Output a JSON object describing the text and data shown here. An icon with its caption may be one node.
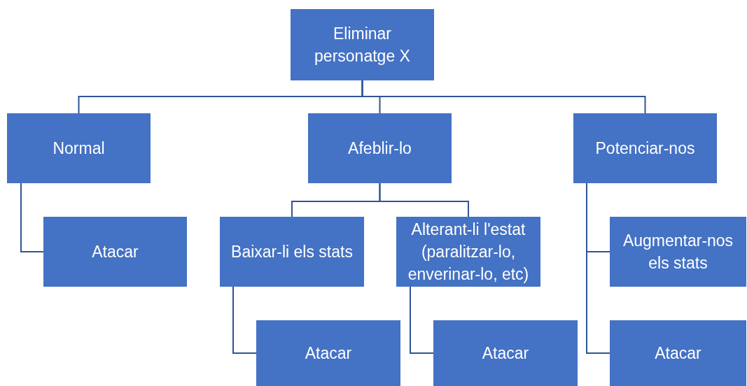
{
  "diagram": {
    "nodes": [
      {
        "text": [
          "Eliminar personatge X"
        ]
      },
      {
        "text": [
          "Normal"
        ]
      },
      {
        "text": [
          "Afeblir-lo"
        ]
      },
      {
        "text": [
          "Potenciar-nos"
        ]
      },
      {
        "text": [
          "Atacar"
        ]
      },
      {
        "text": [
          "Baixar-li els stats"
        ]
      },
      {
        "text": [
          "Alterant-li l'estat (paralitzar-lo, enverinar-lo, etc)"
        ]
      },
      {
        "text": [
          "Augmentar-nos els stats"
        ]
      },
      {
        "text": [
          "Atacar"
        ]
      },
      {
        "text": [
          "Atacar"
        ]
      },
      {
        "text": [
          "Atacar"
        ]
      }
    ],
    "edges": [
      {
        "from": 0,
        "to": 1,
        "arrow": "none"
      },
      {
        "from": 0,
        "to": 2,
        "arrow": "none"
      },
      {
        "from": 0,
        "to": 3,
        "arrow": "none"
      },
      {
        "from": 1,
        "to": 4,
        "arrow": "none"
      },
      {
        "from": 2,
        "to": 5,
        "arrow": "none"
      },
      {
        "from": 2,
        "to": 6,
        "arrow": "none"
      },
      {
        "from": 3,
        "to": 7,
        "arrow": "none"
      },
      {
        "from": 3,
        "to": 10,
        "arrow": "none"
      },
      {
        "from": 5,
        "to": 8,
        "arrow": "none"
      },
      {
        "from": 6,
        "to": 9,
        "arrow": "none"
      }
    ]
  }
}
